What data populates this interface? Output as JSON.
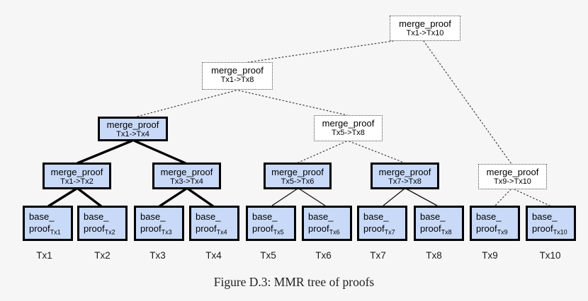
{
  "colors": {
    "background": "#f6f6f7",
    "node_fill": "#c9daf8",
    "node_border": "#000000",
    "dotted_border": "#4a4a4a"
  },
  "merge_nodes": [
    {
      "title": "merge_proof",
      "range": "Tx1->Tx10",
      "style": "dotted"
    },
    {
      "title": "merge_proof",
      "range": "Tx1->Tx8",
      "style": "dotted"
    },
    {
      "title": "merge_proof",
      "range": "Tx1->Tx4",
      "style": "solid"
    },
    {
      "title": "merge_proof",
      "range": "Tx5->Tx8",
      "style": "dotted"
    },
    {
      "title": "merge_proof",
      "range": "Tx1->Tx2",
      "style": "solid"
    },
    {
      "title": "merge_proof",
      "range": "Tx3->Tx4",
      "style": "solid"
    },
    {
      "title": "merge_proof",
      "range": "Tx5->Tx6",
      "style": "solid"
    },
    {
      "title": "merge_proof",
      "range": "Tx7->Tx8",
      "style": "solid"
    },
    {
      "title": "merge_proof",
      "range": "Tx9->Tx10",
      "style": "dotted"
    }
  ],
  "base_nodes": [
    {
      "line1": "base_",
      "line2": "proof",
      "sub": "Tx1"
    },
    {
      "line1": "base_",
      "line2": "proof",
      "sub": "Tx2"
    },
    {
      "line1": "base_",
      "line2": "proof",
      "sub": "Tx3"
    },
    {
      "line1": "base_",
      "line2": "proof",
      "sub": "Tx4"
    },
    {
      "line1": "base_",
      "line2": "proof",
      "sub": "Tx5"
    },
    {
      "line1": "base_",
      "line2": "proof",
      "sub": "Tx6"
    },
    {
      "line1": "base_",
      "line2": "proof",
      "sub": "Tx7"
    },
    {
      "line1": "base_",
      "line2": "proof",
      "sub": "Tx8"
    },
    {
      "line1": "base_",
      "line2": "proof",
      "sub": "Tx9"
    },
    {
      "line1": "base_",
      "line2": "proof",
      "sub": "Tx10"
    }
  ],
  "tx_labels": [
    "Tx1",
    "Tx2",
    "Tx3",
    "Tx4",
    "Tx5",
    "Tx6",
    "Tx7",
    "Tx8",
    "Tx9",
    "Tx10"
  ],
  "caption": "Figure D.3: MMR tree of proofs"
}
